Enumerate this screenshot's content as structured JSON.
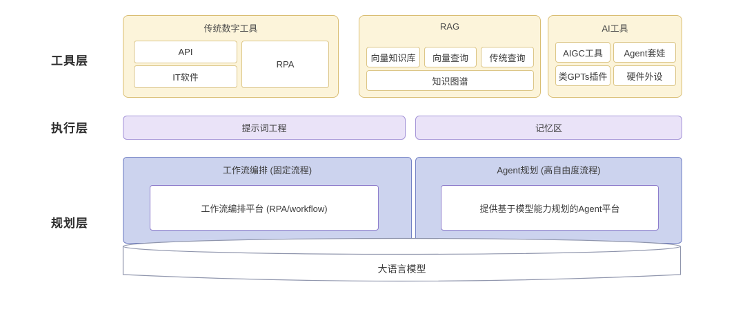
{
  "layers": [
    {
      "label": "工具层"
    },
    {
      "label": "执行层"
    },
    {
      "label": "规划层"
    }
  ],
  "tool_layer": {
    "traditional": {
      "title": "传统数字工具",
      "api": "API",
      "it_software": "IT软件",
      "rpa": "RPA"
    },
    "rag": {
      "title": "RAG",
      "vector_kb": "向量知识库",
      "vector_query": "向量查询",
      "traditional_query": "传统查询",
      "knowledge_graph": "知识图谱"
    },
    "ai_tools": {
      "title": "AI工具",
      "aigc": "AIGC工具",
      "agent_nesting": "Agent套娃",
      "gpts_plugins": "类GPTs插件",
      "hardware": "硬件外设"
    }
  },
  "execution_layer": {
    "prompt_engineering": "提示词工程",
    "memory": "记忆区"
  },
  "planning_layer": {
    "workflow": {
      "title": "工作流编排 (固定流程)",
      "platform": "工作流编排平台 (RPA/workflow)"
    },
    "agent": {
      "title": "Agent规划 (高自由度流程)",
      "platform": "提供基于模型能力规划的Agent平台"
    },
    "llm": "大语言模型"
  },
  "colors": {
    "tool_group_bg": "#FCF4DA",
    "tool_group_border": "#D9BD72",
    "execution_bg": "#EAE3F8",
    "execution_border": "#A494D7",
    "planning_bg": "#CCD3EE",
    "planning_border": "#7381C4",
    "inner_box_border": "#8D7CCB",
    "cylinder_border": "#9096AD",
    "text": "#3B3B3B"
  }
}
